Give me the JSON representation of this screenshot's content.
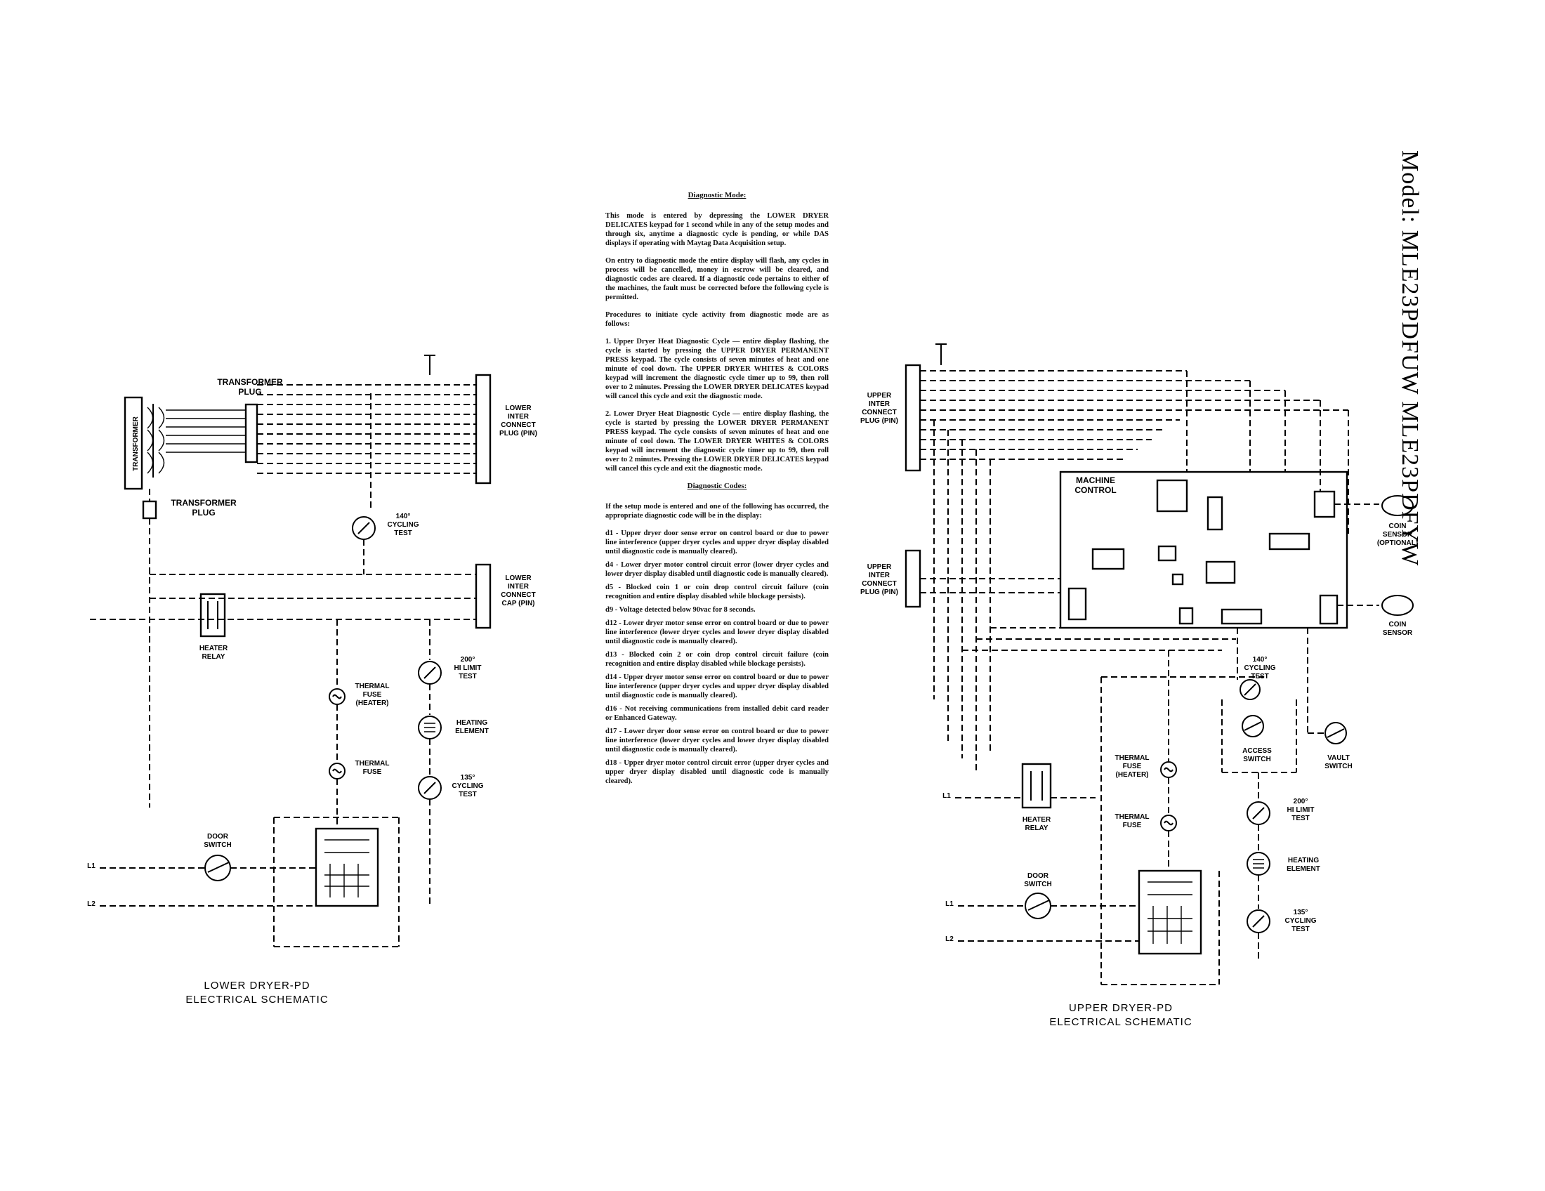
{
  "model_banner": "Model: MLE23PDFUW MLE23PDFYW",
  "lower": {
    "caption_1": "LOWER DRYER-PD",
    "caption_2": "ELECTRICAL SCHEMATIC",
    "transformer": "TRANSFORMER",
    "transformer_plug_top_1": "TRANSFORMER",
    "transformer_plug_top_2": "PLUG",
    "transformer_plug_bot_1": "TRANSFORMER",
    "transformer_plug_bot_2": "PLUG",
    "lower_inter_connect_1": "LOWER",
    "lower_inter_connect_2": "INTER",
    "lower_inter_connect_3": "CONNECT",
    "lower_inter_connect_4": "PLUG (PIN)",
    "lower_connect_b_1": "LOWER",
    "lower_connect_b_2": "INTER",
    "lower_connect_b_3": "CONNECT",
    "lower_connect_b_4": "CAP (PIN)",
    "cycling_140_1": "140°",
    "cycling_140_2": "CYCLING",
    "cycling_140_3": "TEST",
    "heater_relay_1": "HEATER",
    "heater_relay_2": "RELAY",
    "hi_limit_1": "200°",
    "hi_limit_2": "HI LIMIT",
    "hi_limit_3": "TEST",
    "thermal_fuse_heater_1": "THERMAL",
    "thermal_fuse_heater_2": "FUSE",
    "thermal_fuse_heater_3": "(HEATER)",
    "heating_element_1": "HEATING",
    "heating_element_2": "ELEMENT",
    "thermal_fuse_1": "THERMAL",
    "thermal_fuse_2": "FUSE",
    "cycling_135_1": "135°",
    "cycling_135_2": "CYCLING",
    "cycling_135_3": "TEST",
    "door_switch_1": "DOOR",
    "door_switch_2": "SWITCH",
    "line_l1": "L1",
    "line_l2": "L2"
  },
  "upper": {
    "caption_1": "UPPER DRYER-PD",
    "caption_2": "ELECTRICAL SCHEMATIC",
    "upper_inter_connect_1": "UPPER",
    "upper_inter_connect_2": "INTER",
    "upper_inter_connect_3": "CONNECT",
    "upper_inter_connect_4": "PLUG (PIN)",
    "upper_connect_b_1": "UPPER",
    "upper_connect_b_2": "INTER",
    "upper_connect_b_3": "CONNECT",
    "upper_connect_b_4": "PLUG (PIN)",
    "machine_control_1": "MACHINE",
    "machine_control_2": "CONTROL",
    "cycling_140_1": "140°",
    "cycling_140_2": "CYCLING",
    "cycling_140_3": "TEST",
    "access_switch_1": "ACCESS",
    "access_switch_2": "SWITCH",
    "vault_switch_1": "VAULT",
    "vault_switch_2": "SWITCH",
    "thermal_fuse_heater_1": "THERMAL",
    "thermal_fuse_heater_2": "FUSE",
    "thermal_fuse_heater_3": "(HEATER)",
    "thermal_fuse_1": "THERMAL",
    "thermal_fuse_2": "FUSE",
    "heater_relay_1": "HEATER",
    "heater_relay_2": "RELAY",
    "hi_limit_1": "200°",
    "hi_limit_2": "HI LIMIT",
    "hi_limit_3": "TEST",
    "heating_element_1": "HEATING",
    "heating_element_2": "ELEMENT",
    "cycling_135_1": "135°",
    "cycling_135_2": "CYCLING",
    "cycling_135_3": "TEST",
    "door_switch_1": "DOOR",
    "door_switch_2": "SWITCH",
    "coin_sensor_1": "COIN",
    "coin_sensor_2": "SENSOR",
    "coin_sensor_3": "(OPTIONAL)",
    "cross_sensor_1": "COIN",
    "cross_sensor_2": "SENSOR",
    "line_l1": "L1",
    "line_l2": "L2"
  },
  "diagnostics": {
    "heading": "Diagnostic Mode:",
    "p1": "This mode is entered by depressing the LOWER DRYER DELICATES keypad for 1 second while in any of the setup modes and through six, anytime a diagnostic cycle is pending, or while DAS displays if operating with Maytag Data Acquisition setup.",
    "p2": "On entry to diagnostic mode the entire display will flash, any cycles in process will be cancelled, money in escrow will be cleared, and diagnostic codes are cleared. If a diagnostic code pertains to either of the machines, the fault must be corrected before the following cycle is permitted.",
    "p3": "Procedures to initiate cycle activity from diagnostic mode are as follows:",
    "p4": "1. Upper Dryer Heat Diagnostic Cycle — entire display flashing, the cycle is started by pressing the UPPER DRYER PERMANENT PRESS keypad. The cycle consists of seven minutes of heat and one minute of cool down. The UPPER DRYER WHITES & COLORS keypad will increment the diagnostic cycle timer up to 99, then roll over to 2 minutes. Pressing the LOWER DRYER DELICATES keypad will cancel this cycle and exit the diagnostic mode.",
    "p5": "2. Lower Dryer Heat Diagnostic Cycle — entire display flashing, the cycle is started by pressing the LOWER DRYER PERMANENT PRESS keypad. The cycle consists of seven minutes of heat and one minute of cool down. The LOWER DRYER WHITES & COLORS keypad will increment the diagnostic cycle timer up to 99, then roll over to 2 minutes. Pressing the LOWER DRYER DELICATES keypad will cancel this cycle and exit the diagnostic mode.",
    "codes_heading": "Diagnostic Codes:",
    "p6": "If the setup mode is entered and one of the following has occurred, the appropriate diagnostic code will be in the display:",
    "codes": [
      "d1 - Upper dryer door sense error on control board or due to power line interference (upper dryer cycles and upper dryer display disabled until diagnostic code is manually cleared).",
      "d4 - Lower dryer motor control circuit error (lower dryer cycles and lower dryer display disabled until diagnostic code is manually cleared).",
      "d5 - Blocked coin 1 or coin drop control circuit failure (coin recognition and entire display disabled while blockage persists).",
      "d9 - Voltage detected below 90vac for 8 seconds.",
      "d12 - Lower dryer motor sense error on control board or due to power line interference (lower dryer cycles and lower dryer display disabled until diagnostic code is manually cleared).",
      "d13 - Blocked coin 2 or coin drop control circuit failure (coin recognition and entire display disabled while blockage persists).",
      "d14 - Upper dryer motor sense error on control board or due to power line interference (upper dryer cycles and upper dryer display disabled until diagnostic code is manually cleared).",
      "d16 - Not receiving communications from installed debit card reader or Enhanced Gateway.",
      "d17 - Lower dryer door sense error on control board or due to power line interference (lower dryer cycles and lower dryer display disabled until diagnostic code is manually cleared).",
      "d18 - Upper dryer motor control circuit error (upper dryer cycles and upper dryer display disabled until diagnostic code is manually cleared)."
    ]
  }
}
